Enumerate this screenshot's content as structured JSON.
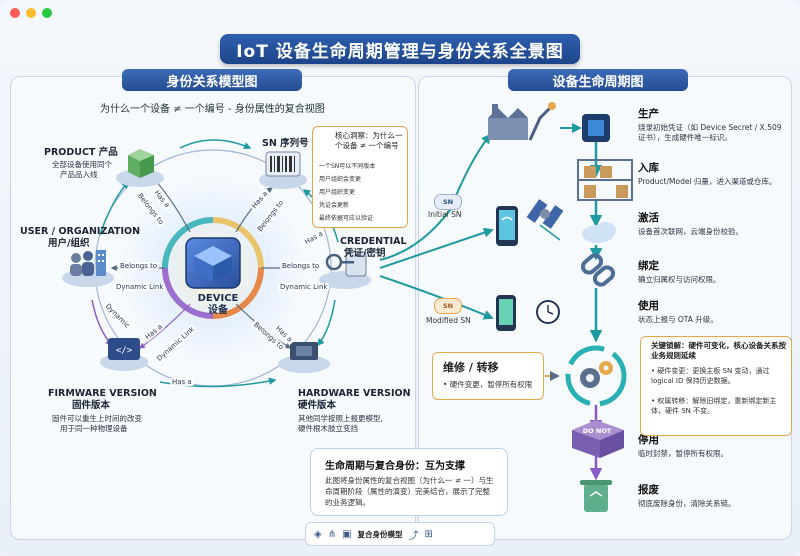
{
  "title": "IoT 设备生命周期管理与身份关系全景图",
  "left_panel": {
    "title": "身份关系模型图",
    "subtitle": "为什么一个设备 ≠ 一个编号 - 身份属性的复合视图",
    "center": {
      "line1": "DEVICE",
      "line2": "设备"
    },
    "nodes": {
      "product": {
        "title1": "PRODUCT 产品",
        "desc1": "全部设备使用同个",
        "desc2": "产品品入线"
      },
      "sn": {
        "title1": "SN 序列号"
      },
      "user": {
        "title1": "USER / ORGANIZATION",
        "title2": "用户/组织"
      },
      "credential": {
        "title1": "CREDENTIAL",
        "title2": "凭证/密钥"
      },
      "firmware": {
        "title1": "FIRMWARE VERSION",
        "title2": "固件版本",
        "desc1": "固件可以重生上时间的改变",
        "desc2": "用于同一种物理设备"
      },
      "hardware": {
        "title1": "HARDWARE VERSION",
        "title2": "硬件版本",
        "desc1": "其他同学按照上报更模型,",
        "desc2": "硬件根木肢立变挡"
      }
    },
    "edges": {
      "has_a": "Has a",
      "belongs_to": "Belongs to",
      "dynamic_link": "Dynamic Link",
      "dynamic": "Dynamic"
    },
    "insight": {
      "title": "核心洞察：为什么一个设备 ≠ 一个编号",
      "items": [
        "一个SN可以不同版本",
        "用户组织会变更",
        "用户组织变更",
        "凭证会更新",
        "最终依据可应以验证"
      ]
    },
    "summary": {
      "title": "生命周期与复合身份：互为支撑",
      "desc": "此图将身份属性的复合视图（为什么一 ≠ 一）与生命周期阶段（属性的演变）完美结合，展示了完整的业务逻辑。"
    },
    "toolbar": {
      "label": "复合身份模型"
    }
  },
  "right_panel": {
    "title": "设备生命周期图",
    "tags": {
      "initial_sn": "Initial SN",
      "modified_sn": "Modified SN",
      "sn_badge": "SN"
    },
    "stages": [
      {
        "name": "生产",
        "desc": "烧录初始凭证（如 Device Secret / X.509 证书），生成硬件唯一标识。"
      },
      {
        "name": "入库",
        "desc": "Product/Model 归量，进入渠道或仓库。"
      },
      {
        "name": "激活",
        "desc": "设备首次联网，云端身份校验。"
      },
      {
        "name": "绑定",
        "desc": "确立归属权与访问权限。"
      },
      {
        "name": "使用",
        "desc": "状态上报与 OTA 升级。"
      },
      {
        "name": "停用",
        "desc": "临时封禁，暂停所有权限。"
      },
      {
        "name": "报废",
        "desc": "彻底废除身份，清除关系链。"
      }
    ],
    "repair": {
      "title": "维修 / 转移",
      "desc": "• 硬件变更，暂停所有权限"
    },
    "lock": {
      "title": "关键锁解：硬件可变化，核心设备关系按业务规则延续",
      "item1": "• 硬件变更：更换主板 SN 变动，通过 logical ID 保持历史数据。",
      "item2": "• 权属转移：解除旧绑定，重新绑定新主体，硬件 SN 不变。"
    },
    "scrap_label": "DO NOT"
  },
  "colors": {
    "accent": "#244c92",
    "orange": "#e6a84c",
    "teal": "#22a3a8",
    "purple": "#8a5bc4"
  }
}
